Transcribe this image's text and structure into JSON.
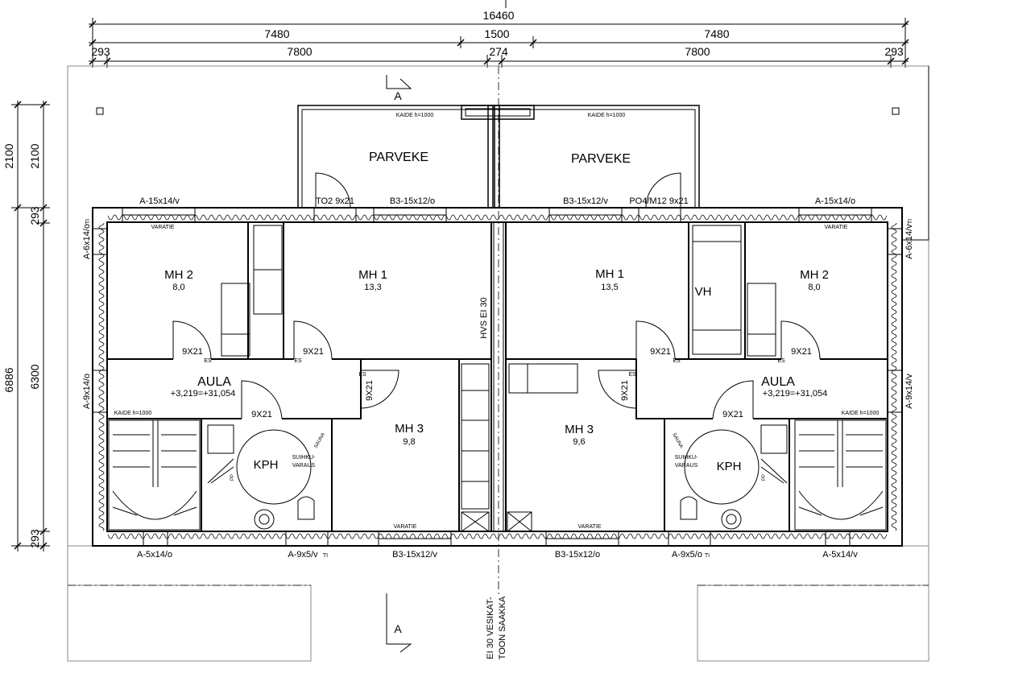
{
  "dimensions": {
    "overall": "16460",
    "left_half": "7480",
    "middle": "1500",
    "right_half": "7480",
    "left_wall": "293",
    "left_room": "7800",
    "party_wall": "274",
    "right_room": "7800",
    "right_wall": "293",
    "left_total_depth": "6886",
    "left_balcony_depth": "2100",
    "inner_balcony_depth": "2100",
    "left_wall_top": "293",
    "inner_depth": "6300",
    "left_wall_bottom": "293"
  },
  "section_marks": {
    "top": "A",
    "bottom": "A"
  },
  "rooms": {
    "parveke_left": "PARVEKE",
    "parveke_right": "PARVEKE",
    "mh2_left": "MH 2",
    "mh2_left_area": "8,0",
    "mh1_left": "MH 1",
    "mh1_left_area": "13,3",
    "mh1_right": "MH 1",
    "mh1_right_area": "13,5",
    "vh_right": "VH",
    "mh2_right": "MH 2",
    "mh2_right_area": "8,0",
    "aula_left": "AULA",
    "aula_left_level": "+3,219=+31,054",
    "aula_right": "AULA",
    "aula_right_level": "+3,219=+31,054",
    "mh3_left": "MH 3",
    "mh3_left_area": "9,8",
    "mh3_right": "MH 3",
    "mh3_right_area": "9,6",
    "kph_left": "KPH",
    "kph_right": "KPH"
  },
  "windows": {
    "top_left_1": "A-15x14/v",
    "top_left_door": "TO2 9x21",
    "top_left_2": "B3-15x12/o",
    "top_right_2": "B3-15x12/v",
    "top_right_door": "PO4/M12 9x21",
    "top_right_1": "A-15x14/o",
    "side_left_1": "A-6x14/o",
    "side_left_1_ti": "TI",
    "side_left_2": "A-9x14/o",
    "side_right_1": "A-6x14/v",
    "side_right_1_ti": "TI",
    "side_right_2": "A-9x14/v",
    "bottom_left_1": "A-5x14/o",
    "bottom_left_2": "A-9x5/v",
    "bottom_left_2_ti": "TI",
    "bottom_left_3": "B3-15x12/v",
    "bottom_right_3": "B3-15x12/o",
    "bottom_right_2": "A-9x5/o",
    "bottom_right_2_ti": "TI",
    "bottom_right_1": "A-5x14/v"
  },
  "doors": {
    "mh2_left": "9X21",
    "mh1_left": "9X21",
    "mh3_left": "9X21",
    "kph_left": "9X21",
    "mh1_right": "9X21",
    "mh3_right": "9X21",
    "kph_right": "9X21",
    "mh2_right": "9X21"
  },
  "notes": {
    "kaide_top_left": "KAIDE h=1000",
    "kaide_top_right": "KAIDE h=1000",
    "kaide_stair_left": "KAIDE h=1000",
    "kaide_stair_right": "KAIDE h=1000",
    "varatie_1": "VARATIE",
    "varatie_2": "VARATIE",
    "varatie_3": "VARATIE",
    "varatie_4": "VARATIE",
    "es": "ES",
    "suihku_left_1": "SUIHKU-",
    "suihku_left_2": "VARAUS",
    "suihku_right_1": "SUIHKU-",
    "suihku_right_2": "VARAUS",
    "sauna_left": "SAUNA",
    "sauna_right": "SAUNA",
    "pp": "PP",
    "hvs": "HVS EI 30",
    "ei30_1": "EI 30 VESIKAT-",
    "ei30_2": "TOON SAAKKA"
  }
}
